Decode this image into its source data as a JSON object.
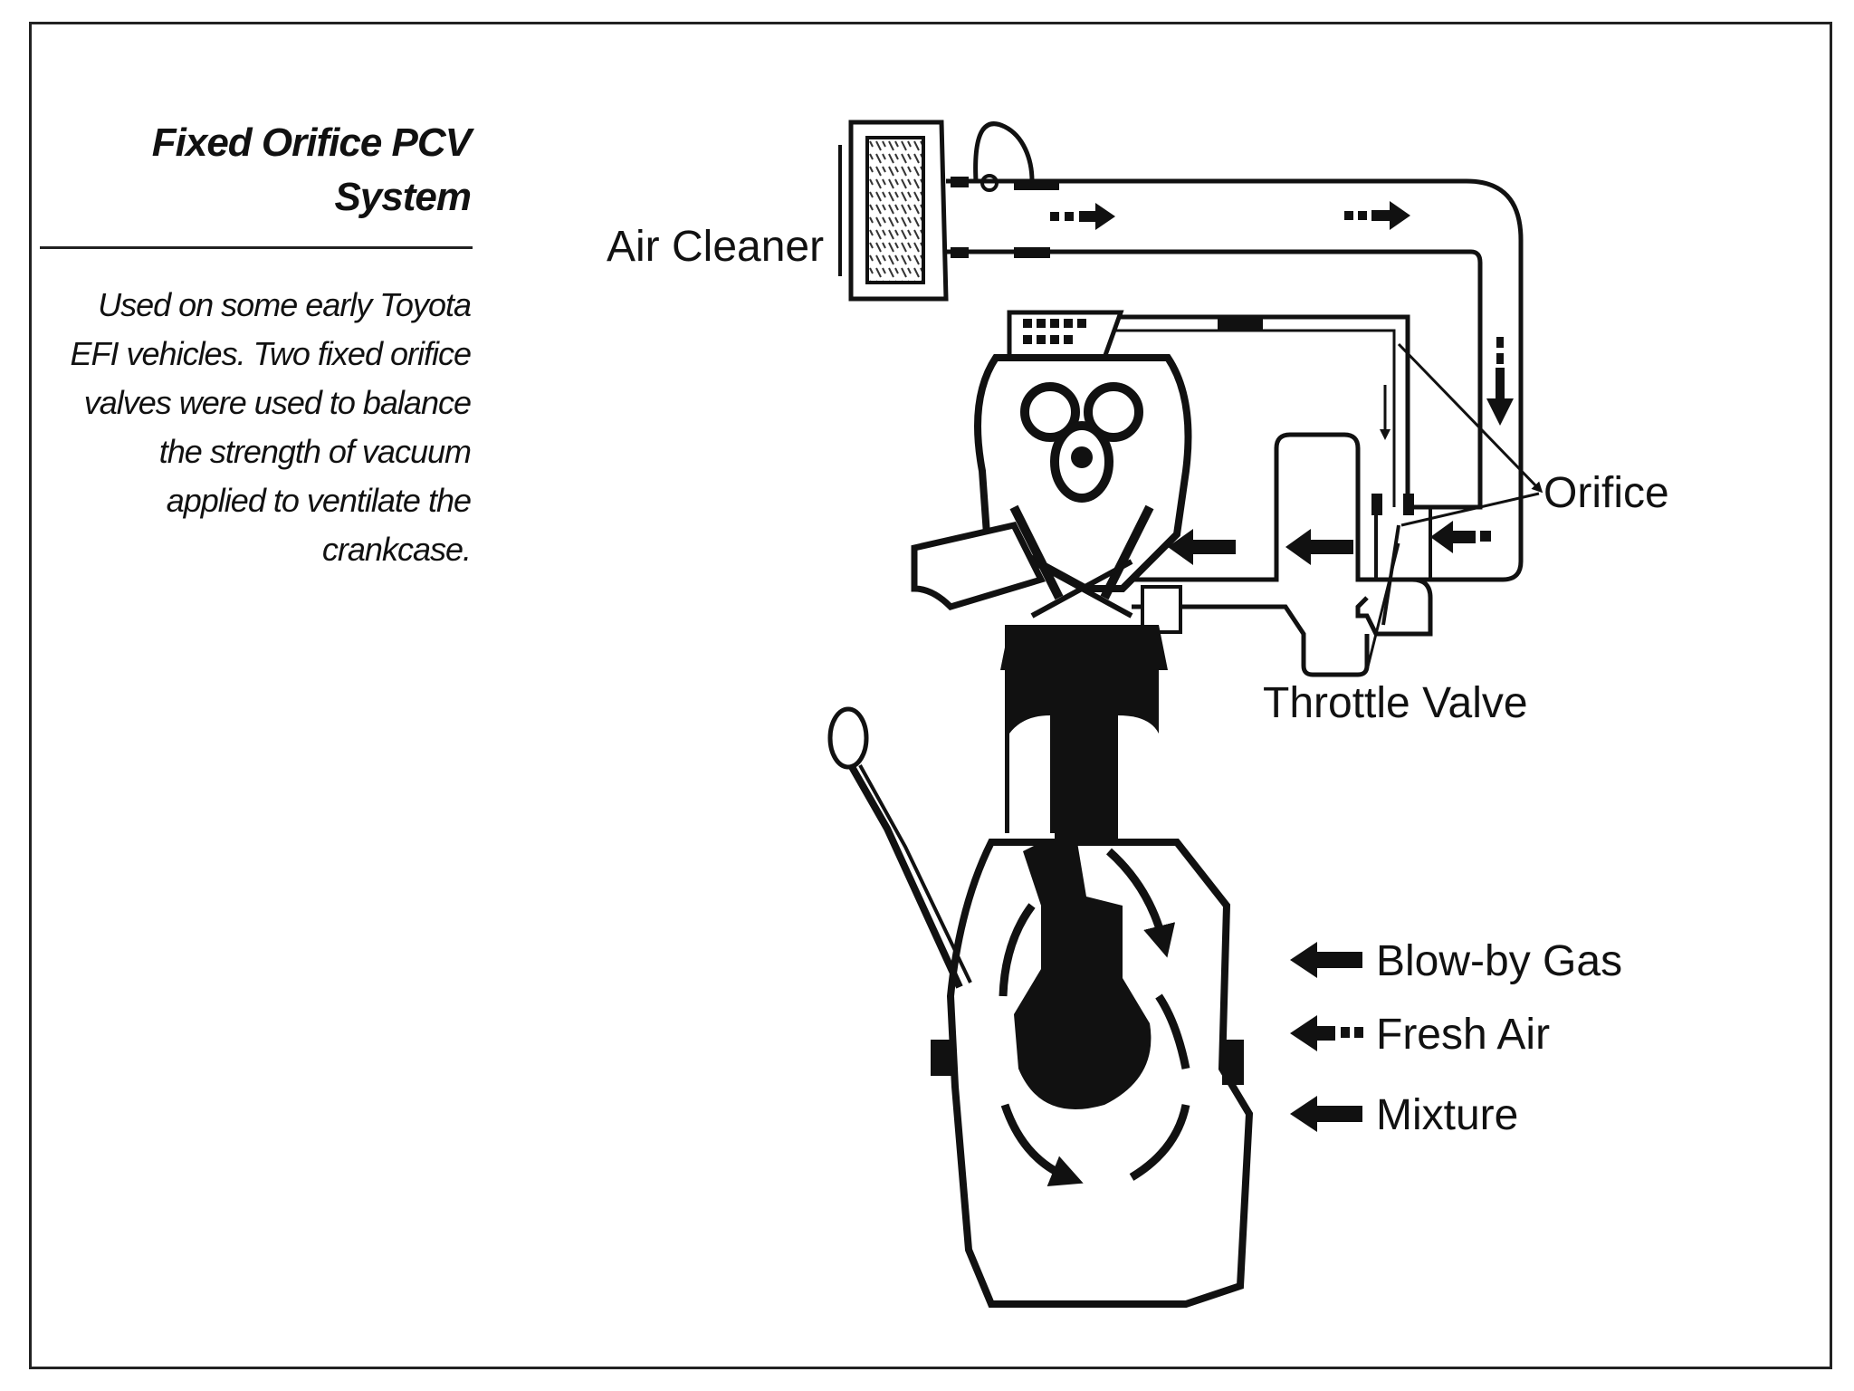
{
  "sidebar": {
    "title": "Fixed Orifice PCV System",
    "description": "Used on some early Toyota EFI vehicles. Two fixed orifice valves were used to balance the strength of vacuum applied to ventilate the crankcase."
  },
  "diagram": {
    "labels": {
      "air_cleaner": "Air Cleaner",
      "orifice": "Orifice",
      "throttle_valve": "Throttle Valve"
    },
    "legend": [
      {
        "label": "Blow-by Gas",
        "style": "solid"
      },
      {
        "label": "Fresh Air",
        "style": "dashed"
      },
      {
        "label": "Mixture",
        "style": "solid"
      }
    ]
  }
}
